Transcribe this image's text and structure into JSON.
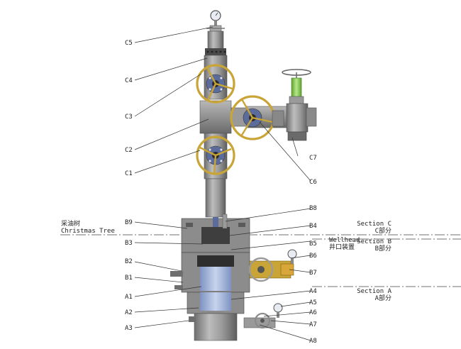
{
  "callouts": [
    {
      "id": "c5",
      "text": "C5"
    },
    {
      "id": "c4",
      "text": "C4"
    },
    {
      "id": "c3",
      "text": "C3"
    },
    {
      "id": "c2",
      "text": "C2"
    },
    {
      "id": "c1",
      "text": "C1"
    },
    {
      "id": "c7",
      "text": "C7"
    },
    {
      "id": "c6",
      "text": "C6"
    },
    {
      "id": "b8",
      "text": "B8"
    },
    {
      "id": "b9",
      "text": "B9"
    },
    {
      "id": "b4",
      "text": "B4"
    },
    {
      "id": "b3",
      "text": "B3"
    },
    {
      "id": "b5",
      "text": "B5"
    },
    {
      "id": "b6",
      "text": "B6"
    },
    {
      "id": "b2",
      "text": "B2"
    },
    {
      "id": "b1",
      "text": "B1"
    },
    {
      "id": "b7",
      "text": "B7"
    },
    {
      "id": "a1",
      "text": "A1"
    },
    {
      "id": "a4",
      "text": "A4"
    },
    {
      "id": "a5",
      "text": "A5"
    },
    {
      "id": "a2",
      "text": "A2"
    },
    {
      "id": "a6",
      "text": "A6"
    },
    {
      "id": "a7",
      "text": "A7"
    },
    {
      "id": "a3",
      "text": "A3"
    },
    {
      "id": "a8",
      "text": "A8"
    }
  ],
  "zones": {
    "christmas_tree_cn": "采油树",
    "christmas_tree_en": "Christmas Tree",
    "wellhead_en": "Wellhead",
    "wellhead_cn": "井口装置"
  },
  "sections": {
    "c_en": "Section C",
    "c_cn": "C部分",
    "b_en": "Section B",
    "b_cn": "B部分",
    "a_en": "Section A",
    "a_cn": "A部分"
  },
  "colors": {
    "steel": "#8c8c8c",
    "steel_dark": "#5a5a5a",
    "handwheel": "#c9a437",
    "bolt_ring": "#5b6c9a",
    "gauge_face": "#e8ecf2",
    "actuator_green": "#8fcf5a",
    "bore_blue": "#9fb3dd"
  }
}
